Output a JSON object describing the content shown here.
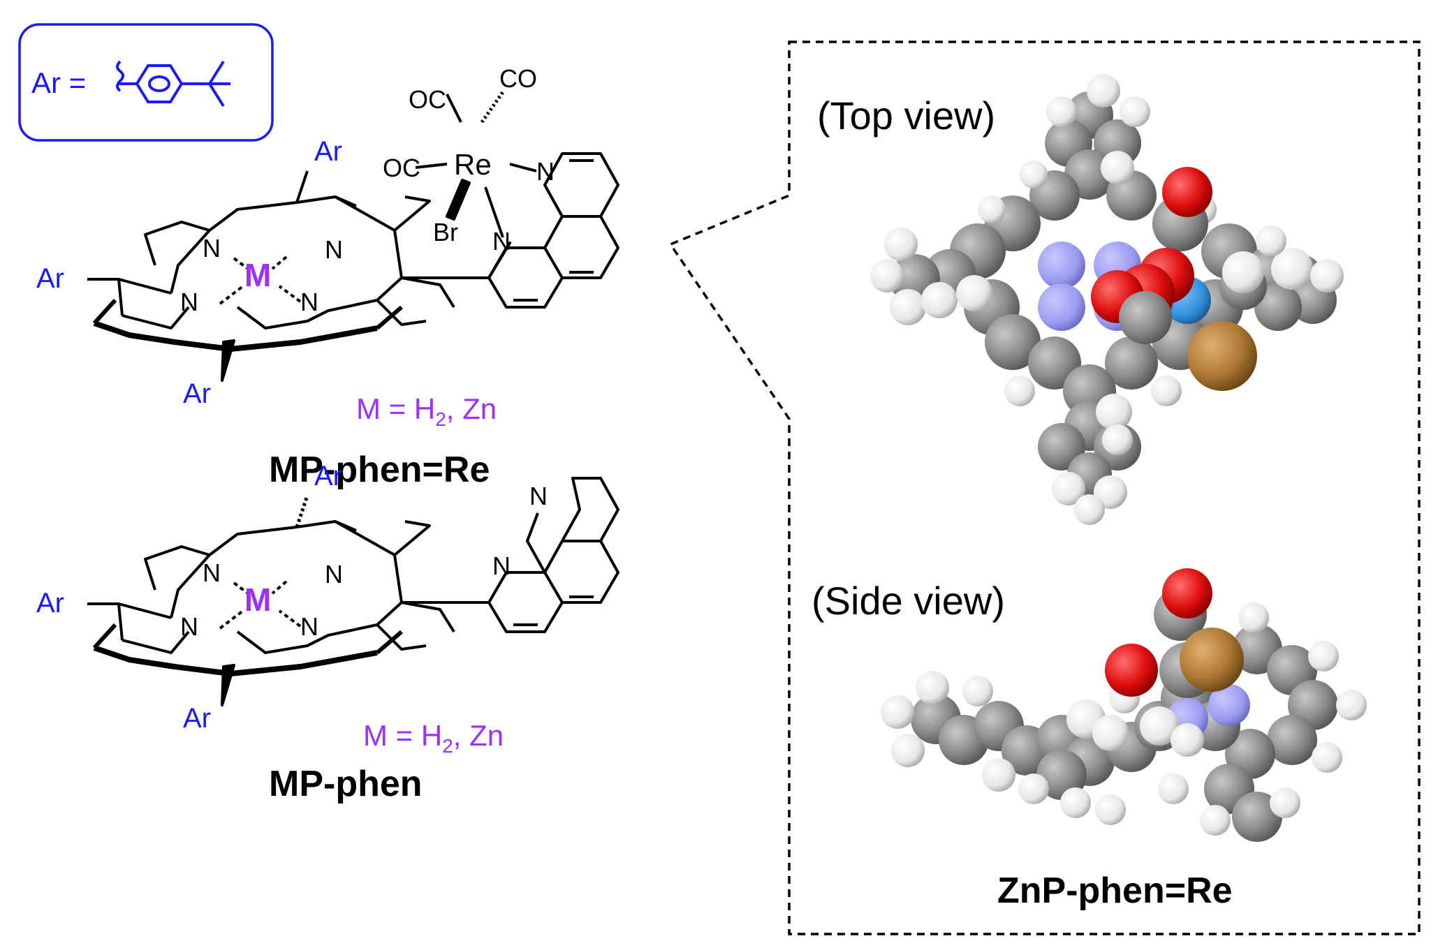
{
  "legend": {
    "ar_definition": "Ar =",
    "ar_label": "Ar"
  },
  "colors": {
    "substituent": "#1a1aff",
    "metal": "#9b30ff",
    "bond": "#000000",
    "box_border": "#1a1aff",
    "carbon": "#8a8a8a",
    "hydrogen": "#f2f2f2",
    "nitrogen": "#9a9af0",
    "oxygen": "#e01010",
    "bromine": "#b07a35",
    "rhenium": "#2f8fd8"
  },
  "top_structure": {
    "ar_top": "Ar",
    "ar_left": "Ar",
    "ar_bottom": "Ar",
    "metal": "M",
    "n1": "N",
    "n2": "N",
    "n3": "N",
    "n4": "N",
    "phen_n1": "N",
    "phen_n2": "N",
    "re": "Re",
    "co1": "OC",
    "co2": "CO",
    "co3": "OC",
    "br": "Br",
    "metal_def_prefix": "M = H",
    "metal_def_sub": "2",
    "metal_def_suffix": ", Zn",
    "name": "MP-phen=Re"
  },
  "bottom_structure": {
    "ar_top": "Ar",
    "ar_left": "Ar",
    "ar_bottom": "Ar",
    "metal": "M",
    "n1": "N",
    "n2": "N",
    "n3": "N",
    "n4": "N",
    "phen_n1": "N",
    "phen_n2": "N",
    "metal_def_prefix": "M = H",
    "metal_def_sub": "2",
    "metal_def_suffix": ", Zn",
    "name": "MP-phen"
  },
  "model_panel": {
    "top_view_label": "(Top view)",
    "side_view_label": "(Side view)",
    "name": "ZnP-phen=Re"
  }
}
